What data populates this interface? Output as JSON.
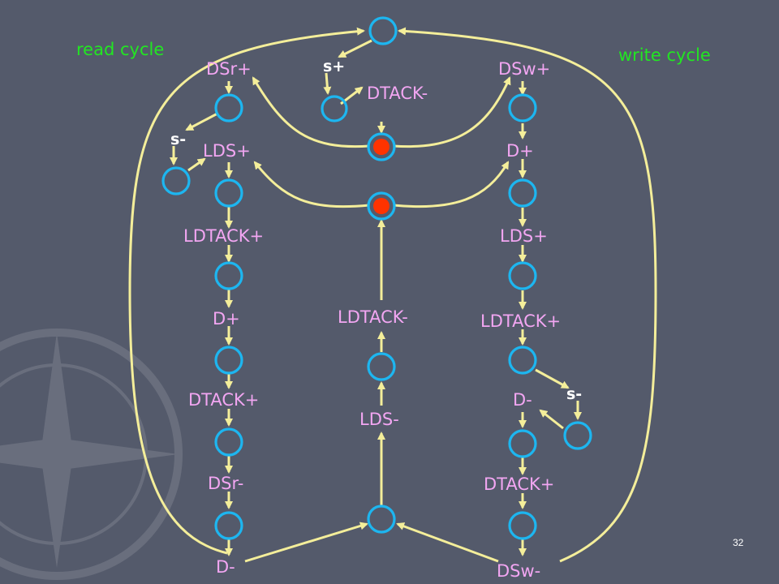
{
  "title_left": "read cycle",
  "title_right": "write cycle",
  "page_number": "32",
  "labels": {
    "read_dsr_plus": "DSr+",
    "read_lds_plus": "LDS+",
    "read_ldtack_plus": "LDTACK+",
    "read_d_plus": "D+",
    "read_dtack_plus": "DTACK+",
    "read_dsr_minus": "DSr-",
    "read_d_minus": "D-",
    "mid_s_plus": "s+",
    "mid_dtack_minus": "DTACK-",
    "mid_ldtack_minus": "LDTACK-",
    "mid_lds_minus": "LDS-",
    "write_dsw_plus": "DSw+",
    "write_d_plus": "D+",
    "write_lds_plus": "LDS+",
    "write_ldtack_plus": "LDTACK+",
    "write_d_minus": "D-",
    "write_dtack_plus": "DTACK+",
    "write_dsw_minus": "DSw-",
    "read_s_minus": "s-",
    "write_s_minus": "s-"
  },
  "colors": {
    "background": "#545a6b",
    "label": "#f2a6f2",
    "cycle_title": "#22e622",
    "place_stroke": "#1db6f0",
    "token": "#ff3300",
    "arc": "#f4ee9a"
  }
}
